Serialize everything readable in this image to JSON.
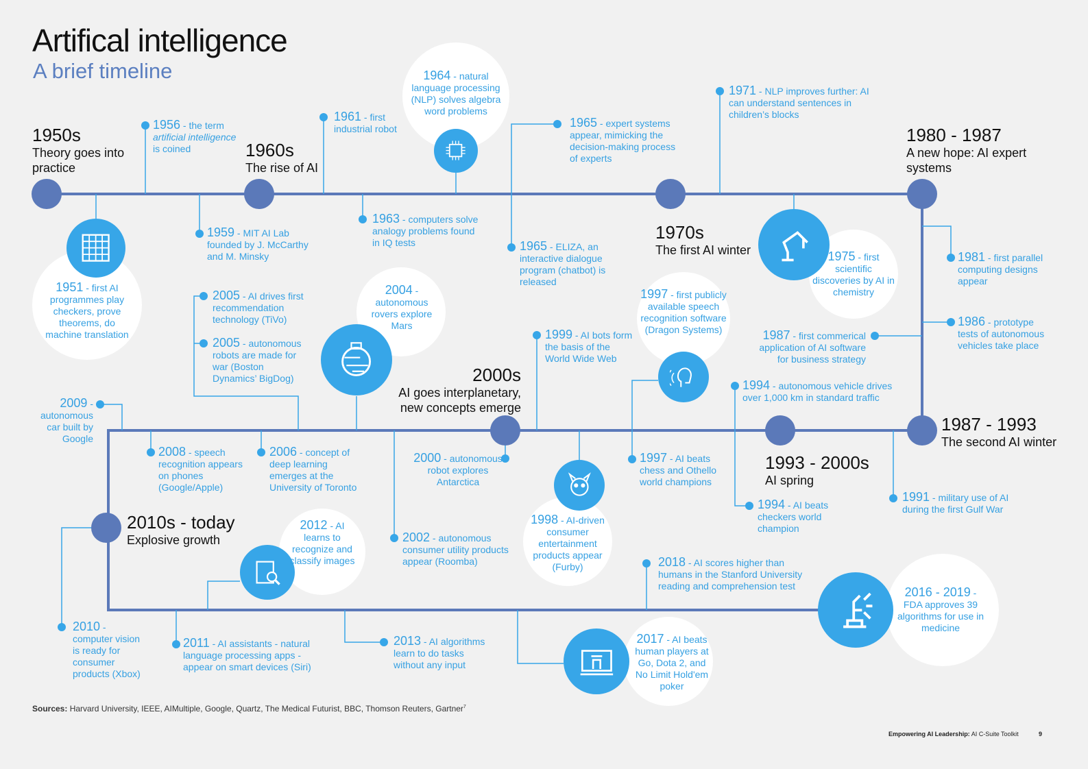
{
  "header": {
    "title": "Artifical intelligence",
    "subtitle": "A brief timeline"
  },
  "colors": {
    "timeline": "#5b79b9",
    "accent": "#37a6e8",
    "event_text": "#35a0e2",
    "background": "#f1f1f1"
  },
  "eras": [
    {
      "period": "1950s",
      "label": "Theory goes into practice"
    },
    {
      "period": "1960s",
      "label": "The rise of AI"
    },
    {
      "period": "1970s",
      "label": "The first AI winter"
    },
    {
      "period": "1980 - 1987",
      "label": "A new hope: AI expert systems"
    },
    {
      "period": "1987 - 1993",
      "label": "The second AI winter"
    },
    {
      "period": "1993 - 2000s",
      "label": "AI spring"
    },
    {
      "period": "2000s",
      "label": "AI goes interplanetary, new concepts emerge"
    },
    {
      "period": "2010s - today",
      "label": "Explosive growth"
    }
  ],
  "events": [
    {
      "year": "1956",
      "text": "the term",
      "italic": "artificial intelligence",
      "text2": "is coined"
    },
    {
      "year": "1951",
      "text": "first AI programmes play checkers, prove theorems, do machine translation"
    },
    {
      "year": "1959",
      "text": "MIT AI Lab founded by J. McCarthy and M. Minsky"
    },
    {
      "year": "1961",
      "text": "first industrial robot"
    },
    {
      "year": "1963",
      "text": "computers solve analogy problems found in IQ tests"
    },
    {
      "year": "1964",
      "text": "natural language processing (NLP) solves algebra word problems"
    },
    {
      "year": "1965",
      "text": "expert systems appear, mimicking the decision-making process of experts"
    },
    {
      "year": "1965",
      "text": "ELIZA, an interactive dialogue program (chatbot) is released"
    },
    {
      "year": "1971",
      "text": "NLP improves further: AI can understand sentences in children’s blocks"
    },
    {
      "year": "1975",
      "text": "first scientific discoveries by AI in chemistry"
    },
    {
      "year": "1981",
      "text": "first parallel computing designs appear"
    },
    {
      "year": "1986",
      "text": "prototype tests of autonomous vehicles take place"
    },
    {
      "year": "1987",
      "text": "first commerical application of AI software for business strategy"
    },
    {
      "year": "1991",
      "text": "military use of AI during the first Gulf War"
    },
    {
      "year": "1994",
      "text": "autonomous vehicle drives over 1,000 km in standard traffic"
    },
    {
      "year": "1994",
      "text": "AI beats checkers world champion"
    },
    {
      "year": "1997",
      "text": "first publicly available speech recognition software (Dragon Systems)"
    },
    {
      "year": "1997",
      "text": "AI beats chess and Othello world champions"
    },
    {
      "year": "1999",
      "text": "AI bots form the basis of the World Wide Web"
    },
    {
      "year": "1998",
      "text": "AI-driven consumer entertainment products appear (Furby)"
    },
    {
      "year": "2000",
      "text": "autonomous robot explores Antarctica"
    },
    {
      "year": "2002",
      "text": "autonomous consumer utility products appear (Roomba)"
    },
    {
      "year": "2004",
      "text": "autonomous rovers explore Mars"
    },
    {
      "year": "2005",
      "text": "AI drives first recommendation technology (TiVo)"
    },
    {
      "year": "2005",
      "text": "autonomous robots are made for war (Boston Dynamics’ BigDog)"
    },
    {
      "year": "2006",
      "text": "concept of deep learning emerges at the University of Toronto"
    },
    {
      "year": "2008",
      "text": "speech recognition appears on phones (Google/Apple)"
    },
    {
      "year": "2009",
      "text": "autonomous car built by Google"
    },
    {
      "year": "2010",
      "text": "computer vision is ready for consumer products (Xbox)"
    },
    {
      "year": "2011",
      "text": "AI assistants - natural language processing apps - appear on smart devices (Siri)"
    },
    {
      "year": "2012",
      "text": "AI learns to recognize and classify images"
    },
    {
      "year": "2013",
      "text": "AI algorithms learn to do tasks without any input"
    },
    {
      "year": "2017",
      "text": "AI beats human players at Go, Dota 2, and No Limit Hold'em poker"
    },
    {
      "year": "2018",
      "text": "AI scores higher than humans in the Stanford University reading and comprehension test"
    },
    {
      "year": "2016 - 2019",
      "text": "FDA approves 39 algorithms for use in medicine"
    }
  ],
  "footer": {
    "sources_label": "Sources:",
    "sources": "Harvard University, IEEE, AIMultiple, Google, Quartz, The Medical Futurist, BBC, Thomson Reuters, Gartner",
    "sources_note": "7",
    "publication_bold": "Empowering AI Leadership:",
    "publication": "AI C-Suite Toolkit",
    "page_number": "9"
  }
}
